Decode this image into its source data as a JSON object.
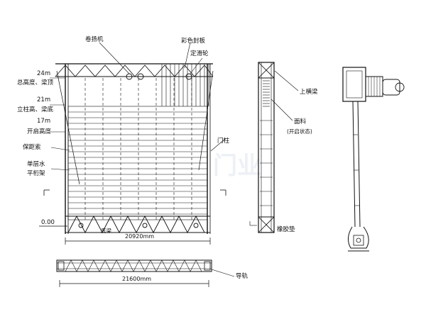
{
  "watermark": "门业",
  "front_view": {
    "callouts": {
      "winch": "卷扬机",
      "color_panel": "彩色封板",
      "fixed_pulley": "定滑轮",
      "door_column": "门柱"
    },
    "levels": {
      "h24_value": "24m",
      "h24_desc": "总高度、梁顶",
      "h21_value": "21m",
      "h21_desc": "立柱高、梁底",
      "h17_value": "17m",
      "h17_desc": "开启高度",
      "safety_rope": "保距索",
      "truss_line1": "单层水",
      "truss_line2": "平桁架",
      "ground": "0.00"
    },
    "bottom_beam": "底梁",
    "width_dim": "20920mm"
  },
  "rail_view": {
    "width_dim": "21600mm",
    "guide_rail": "导轨"
  },
  "side_view": {
    "top_beam": "上横梁",
    "fabric": "面料",
    "fabric_state": "(开启状态)",
    "rubber_pad": "橡胶垫"
  }
}
